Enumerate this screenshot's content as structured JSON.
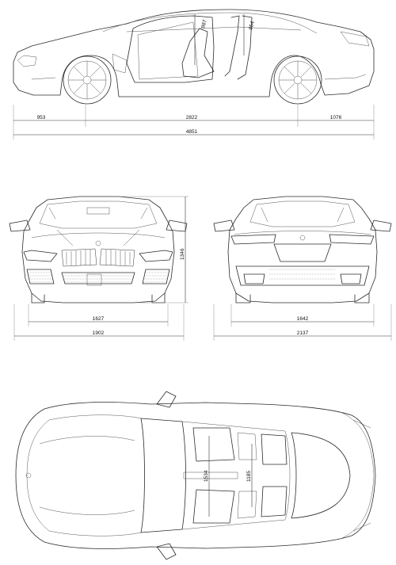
{
  "dimensions": {
    "front_overhang": "953",
    "wheelbase": "2822",
    "rear_overhang": "1076",
    "overall_length": "4851",
    "front_track": "1627",
    "width_body": "1902",
    "rear_track": "1642",
    "width_mirrors": "2137",
    "height": "1346",
    "headroom_front": "987",
    "headroom_rear": "854",
    "shoulder_front": "1534",
    "shoulder_rear": "1185"
  },
  "colors": {
    "line": "#2b2b2b",
    "background": "#ffffff"
  }
}
